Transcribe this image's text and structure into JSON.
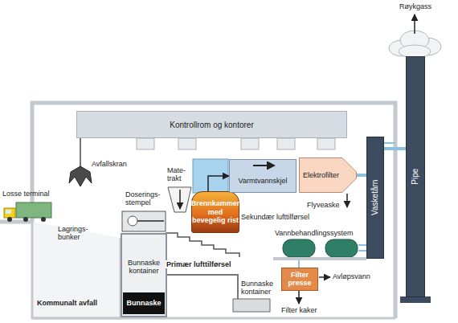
{
  "diagram": {
    "nodes": [
      {
        "text": [
          "Kontrollrom og kontorer"
        ]
      },
      {
        "text": [
          "Bunnaske kontainer"
        ]
      },
      {
        "text": [
          "Bunnaske"
        ],
        "in": 1
      },
      {
        "text": [
          "Brennkammer med bevegelig rist"
        ]
      },
      {
        "text": [
          "Varmtvannskjel"
        ]
      },
      {
        "text": [
          "Elektrofilter"
        ]
      },
      {
        "text": [
          "Vasketårn"
        ]
      },
      {
        "text": [
          "Pipe"
        ]
      },
      {
        "text": [
          "Filter presse"
        ]
      }
    ],
    "edges": [
      {
        "from": 3,
        "to": 4,
        "arrow": "to"
      },
      {
        "from": 5,
        "to": 6,
        "arrow": "none"
      },
      {
        "from": 6,
        "to": 7,
        "arrow": "none"
      }
    ],
    "labels": [
      "Røykgass",
      "Avfallskran",
      "Losse terminal",
      "Lagrings-bunker",
      "Kommunalt avfall",
      "Doserings-stempel",
      "Mate-trakt",
      "Sekundær lufttilførsel",
      "Primær lufttilførsel",
      "Bunnaske kontainer",
      "Flyveaske",
      "Vannbehandlingssystem",
      "Avløpsvann",
      "Filter kaker"
    ]
  }
}
